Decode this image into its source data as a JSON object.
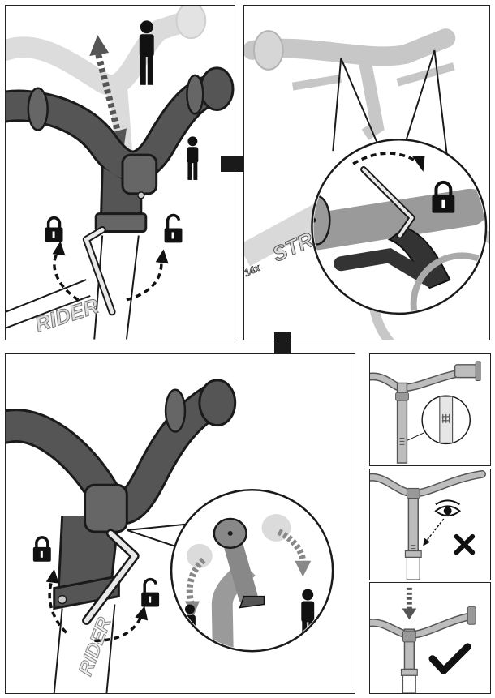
{
  "panels": {
    "p1": {
      "decal": "RIDER"
    },
    "p2": {
      "decal_model": "14x",
      "decal_brand": "STR"
    },
    "p3": {
      "decal": "RIDER"
    }
  },
  "icons": [
    "person-tall-icon",
    "person-short-icon",
    "lock-icon",
    "unlock-icon",
    "hex-key-icon",
    "eye-icon",
    "x-mark-icon",
    "check-mark-icon"
  ],
  "colors": {
    "bar_dark": "#555555",
    "bar_light": "#bdbdbd",
    "outline": "#1a1a1a",
    "arrow": "#222222"
  }
}
